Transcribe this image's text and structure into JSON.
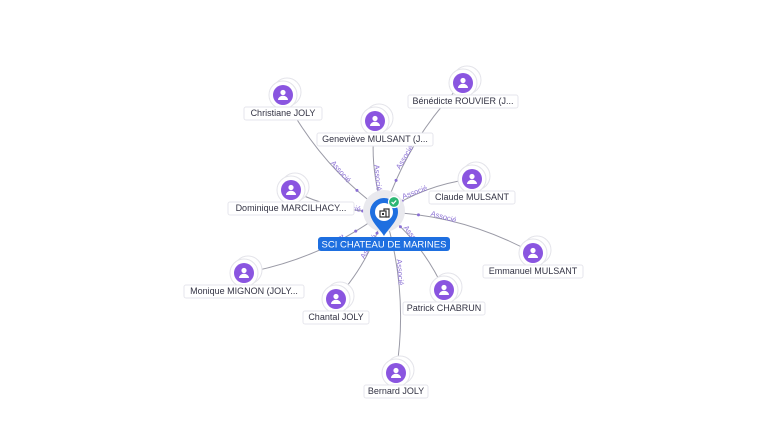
{
  "colors": {
    "person": "#8a55e0",
    "center": "#1e6fe0",
    "check": "#2bb673",
    "edge": "#9a9aa6",
    "edge_label": "#8a6fd4"
  },
  "icons": {
    "person": "person-icon",
    "company": "building-icon",
    "check": "check-icon"
  },
  "center": {
    "label": "SCI CHATEAU DE MARINES"
  },
  "nodes": [
    {
      "id": "christiane-joly",
      "label": "Christiane JOLY",
      "relation": "Associé"
    },
    {
      "id": "benedicte-rouvier",
      "label": "Bénédicte ROUVIER (J...",
      "relation": "Associé"
    },
    {
      "id": "genevieve-mulsant",
      "label": "Geneviève MULSANT (J...",
      "relation": "Associé"
    },
    {
      "id": "claude-mulsant",
      "label": "Claude MULSANT",
      "relation": "Associé"
    },
    {
      "id": "dominique-marcilhacy",
      "label": "Dominique MARCILHACY...",
      "relation": "Associé"
    },
    {
      "id": "emmanuel-mulsant",
      "label": "Emmanuel MULSANT",
      "relation": "Associé"
    },
    {
      "id": "monique-mignon",
      "label": "Monique MIGNON (JOLY...",
      "relation": "Gérant"
    },
    {
      "id": "chantal-joly",
      "label": "Chantal JOLY",
      "relation": "Associé"
    },
    {
      "id": "patrick-chabrun",
      "label": "Patrick CHABRUN",
      "relation": "Associé"
    },
    {
      "id": "bernard-joly",
      "label": "Bernard JOLY",
      "relation": "Associé"
    }
  ]
}
